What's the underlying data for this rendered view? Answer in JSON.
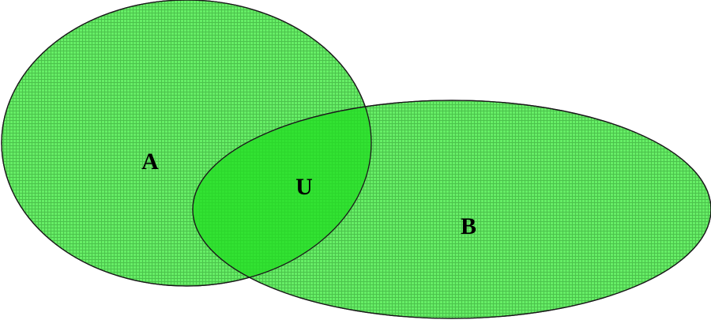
{
  "diagram": {
    "type": "venn",
    "sets": [
      {
        "id": "A",
        "label": "A"
      },
      {
        "id": "B",
        "label": "B"
      }
    ],
    "intersection": {
      "sets": [
        "A",
        "B"
      ],
      "label": "U"
    },
    "colors": {
      "fill": "#66ee66",
      "grid": "#4cc24c",
      "overlap": "#22dd22",
      "outline": "#1a1a1a"
    }
  }
}
